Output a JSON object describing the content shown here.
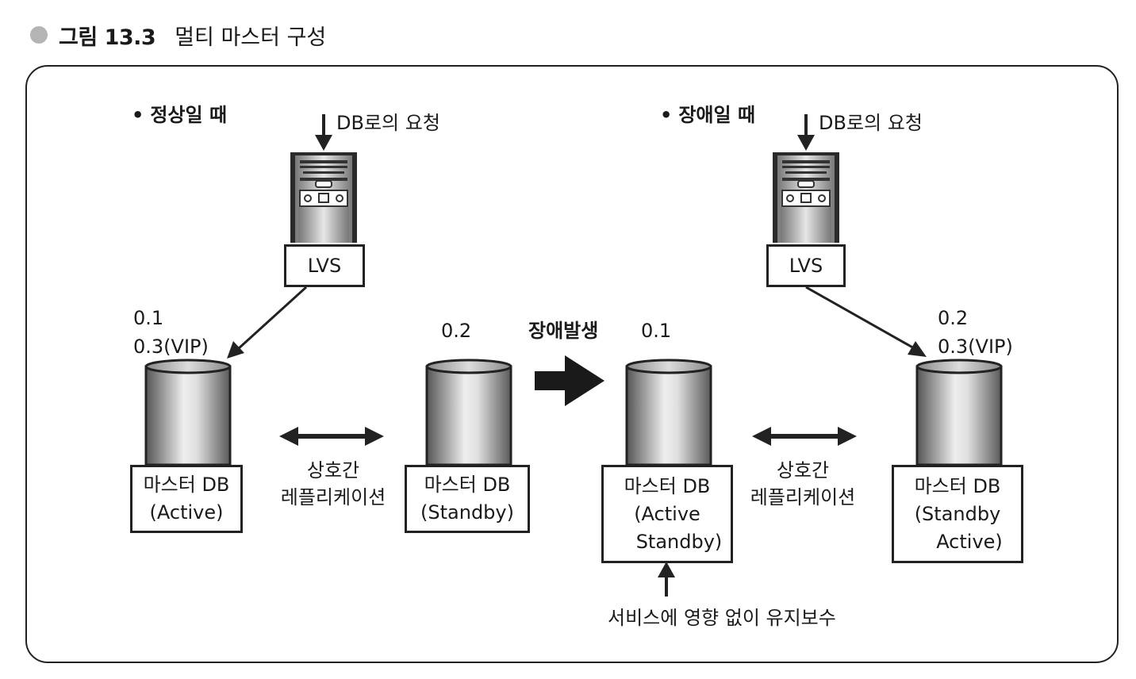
{
  "figure": {
    "number": "그림 13.3",
    "title": "멀티 마스터 구성"
  },
  "normal": {
    "heading": "정상일 때",
    "request": "DB로의 요청",
    "lvs": "LVS",
    "active_ip_1": "0.1",
    "active_ip_2": "0.3(VIP)",
    "active_db": {
      "line1": "마스터 DB",
      "line2": "(Active)"
    },
    "standby_ip": "0.2",
    "standby_db": {
      "line1": "마스터 DB",
      "line2": "(Standby)"
    },
    "replication": {
      "line1": "상호간",
      "line2": "레플리케이션"
    }
  },
  "transition": {
    "label": "장애발생"
  },
  "failure": {
    "heading": "장애일 때",
    "request": "DB로의 요청",
    "lvs": "LVS",
    "old_ip": "0.1",
    "old_db": {
      "line1": "마스터 DB",
      "line2": "(Active",
      "line3": "Standby)"
    },
    "new_ip_1": "0.2",
    "new_ip_2": "0.3(VIP)",
    "new_db": {
      "line1": "마스터 DB",
      "line2": "(Standby",
      "line3": "Active)"
    },
    "replication": {
      "line1": "상호간",
      "line2": "레플리케이션"
    },
    "maintenance": "서비스에 영향 없이 유지보수"
  },
  "colors": {
    "frame": "#222222",
    "cylinder_dark": "#555555",
    "cylinder_light": "#e8e8e8",
    "bullet_dot": "#b4b4b4"
  }
}
